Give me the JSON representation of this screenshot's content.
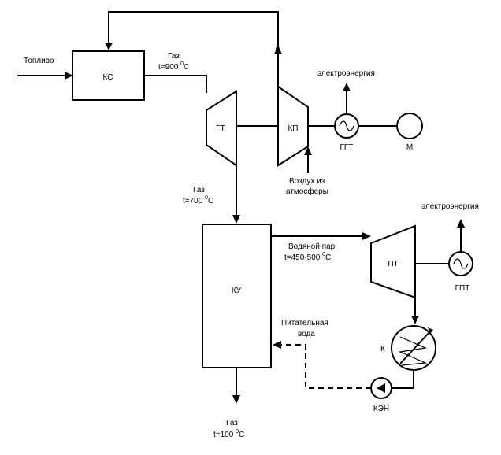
{
  "labels": {
    "fuel": "Топливо",
    "combustion_chamber": "КС",
    "gas_turbine": "ГТ",
    "compressor": "КП",
    "generator_top": "ГГТ",
    "motor": "М",
    "electricity_top": "электроэнергия",
    "air_line1": "Воздух из",
    "air_line2": "атмосферы",
    "gas900_line1": "Газ",
    "gas900_temp": "t=900",
    "gas700_line1": "Газ",
    "gas700_temp": "t=700",
    "heat_recovery_boiler": "КУ",
    "steam_line1": "Водяной пар",
    "steam_temp": "t=450-500",
    "steam_turbine": "ПТ",
    "generator_bottom": "ГПТ",
    "electricity_bottom": "электроэнергия",
    "feed_water_line1": "Питательная",
    "feed_water_line2": "вода",
    "condenser": "К",
    "condensate_pump": "КЭН",
    "gas100_line1": "Газ",
    "gas100_temp": "t=100",
    "degree_unit": "С",
    "degree_sup": "0"
  }
}
